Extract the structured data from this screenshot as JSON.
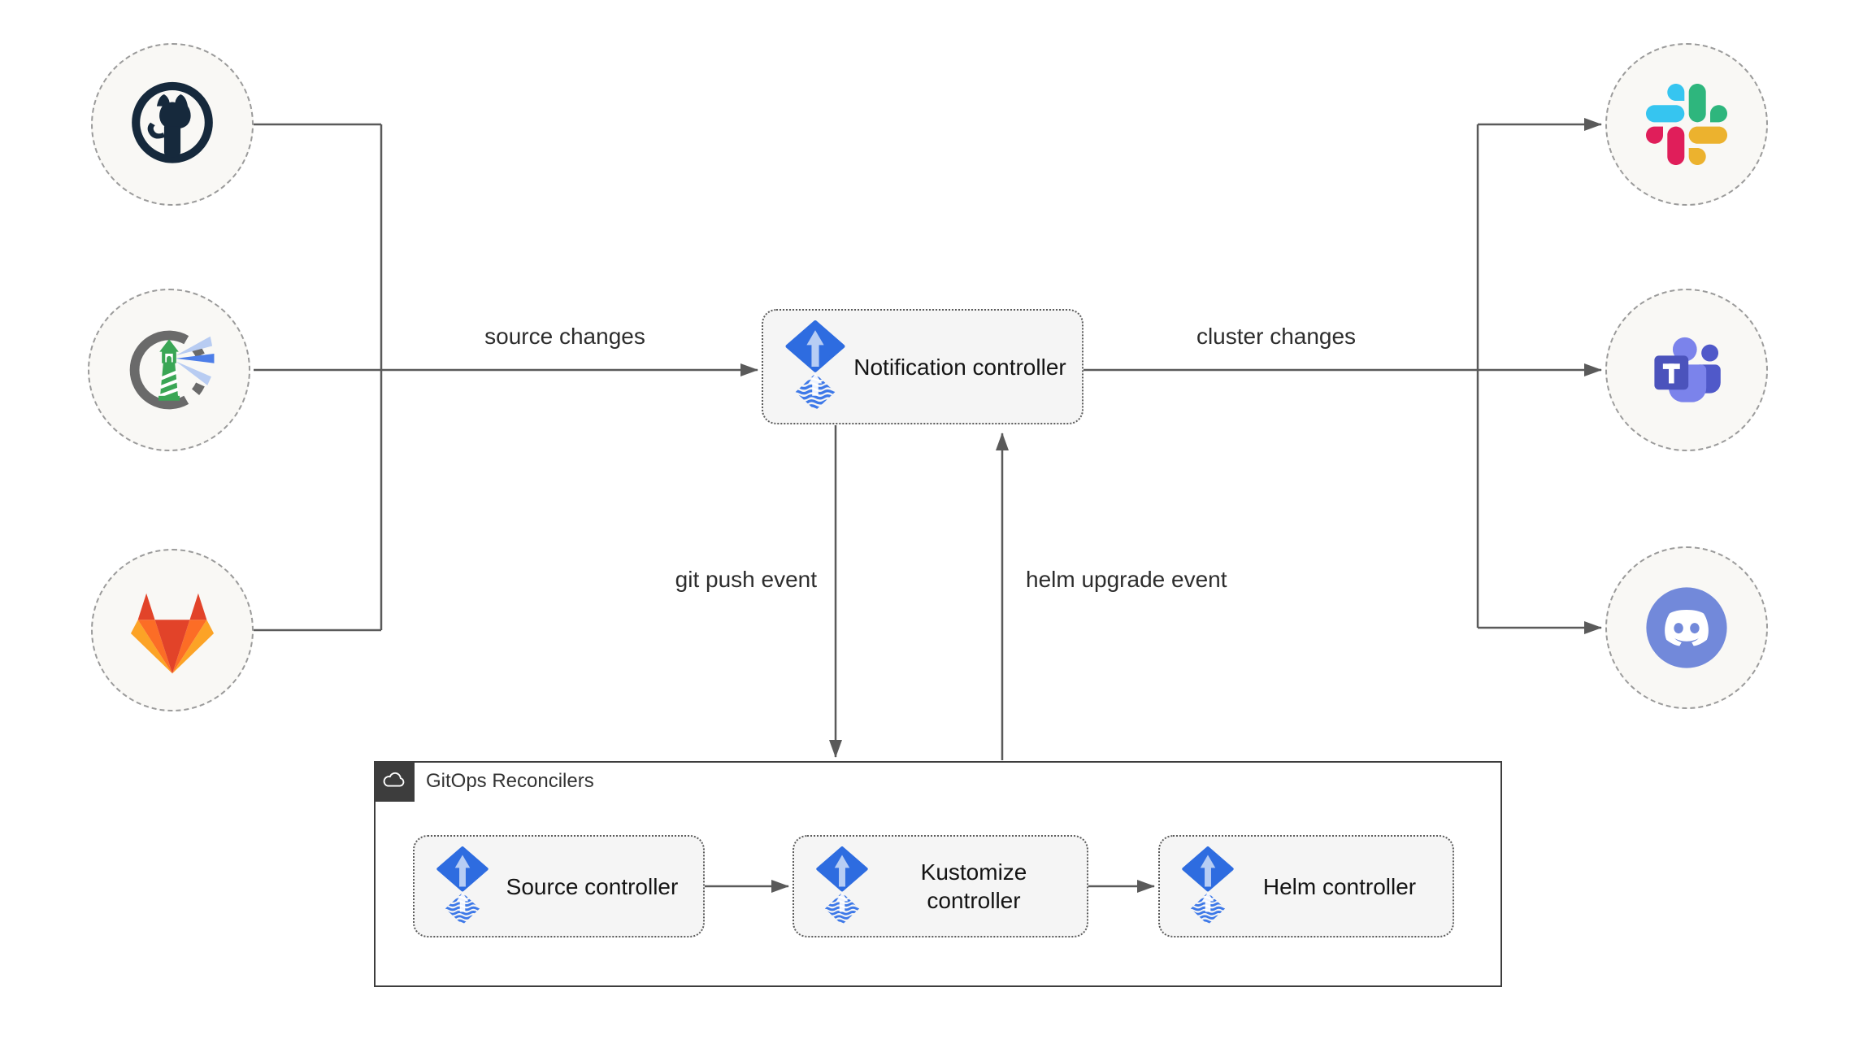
{
  "nodes": {
    "notification": "Notification controller",
    "source": "Source controller",
    "kustomize": "Kustomize controller",
    "helm": "Helm controller"
  },
  "container": {
    "title": "GitOps Reconcilers"
  },
  "edge_labels": {
    "source_changes": "source changes",
    "cluster_changes": "cluster changes",
    "git_push": "git push event",
    "helm_upgrade": "helm upgrade event"
  },
  "icons": {
    "sources": [
      "github-icon",
      "harbor-lighthouse-icon",
      "gitlab-icon"
    ],
    "targets": [
      "slack-icon",
      "microsoft-teams-icon",
      "discord-icon"
    ],
    "controller_logo": "flux-icon",
    "container_badge": "cloud-icon"
  },
  "colors": {
    "flux_blue": "#2e6ce0",
    "flux_arrow_light": "#b7cdf4",
    "edge_gray": "#5a5a5a",
    "node_fill": "#f5f5f5",
    "circle_fill": "#f9f8f5",
    "container_border": "#3d3d3d",
    "github_dark": "#16293c",
    "harbor_green": "#3aa655",
    "harbor_ring_gray": "#6a6a6a",
    "harbor_beam_blue": "#4d7ee8",
    "harbor_beam_light": "#b8ccf2",
    "gitlab_red": "#e24329",
    "gitlab_orange": "#fc6d26",
    "gitlab_light_orange": "#fca326",
    "slack_blue": "#36C5F0",
    "slack_green": "#2EB67D",
    "slack_yellow": "#ECB22E",
    "slack_red": "#E01E5A",
    "teams_light": "#7b83eb",
    "teams_mid": "#5059c9",
    "teams_square": "#4b53bc",
    "discord_blurple": "#7289DA"
  }
}
